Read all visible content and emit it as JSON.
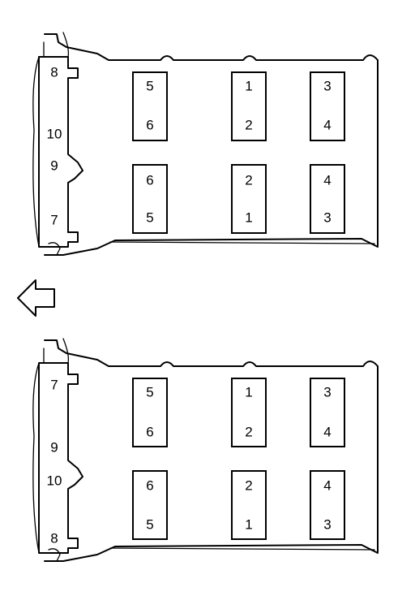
{
  "diagrams": [
    {
      "id": "upper",
      "boxes": [
        {
          "top": "5",
          "bottom": "6"
        },
        {
          "top": "1",
          "bottom": "2"
        },
        {
          "top": "3",
          "bottom": "4"
        },
        {
          "top": "6",
          "bottom": "5"
        },
        {
          "top": "2",
          "bottom": "1"
        },
        {
          "top": "4",
          "bottom": "3"
        }
      ],
      "side_labels": [
        "8",
        "10",
        "9",
        "7"
      ]
    },
    {
      "id": "lower",
      "boxes": [
        {
          "top": "5",
          "bottom": "6"
        },
        {
          "top": "1",
          "bottom": "2"
        },
        {
          "top": "3",
          "bottom": "4"
        },
        {
          "top": "6",
          "bottom": "5"
        },
        {
          "top": "2",
          "bottom": "1"
        },
        {
          "top": "4",
          "bottom": "3"
        }
      ],
      "side_labels": [
        "7",
        "9",
        "10",
        "8"
      ]
    }
  ],
  "arrow": {
    "direction": "left",
    "icon": "left-arrow-icon"
  }
}
